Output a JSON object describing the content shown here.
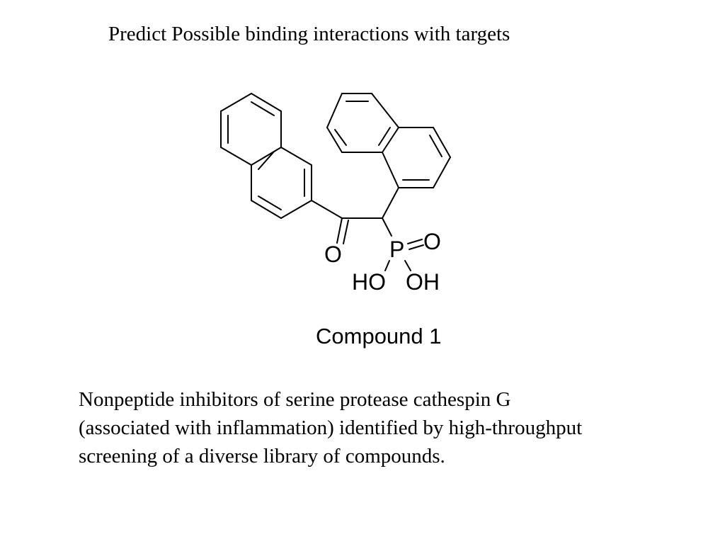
{
  "slide": {
    "title": "Predict Possible binding interactions with targets",
    "compound_label": "Compound 1",
    "description_lines": [
      "Nonpeptide inhibitors of serine protease cathespin G",
      "(associated with inflammation) identified by high-throughput",
      "screening of a diverse library of compounds."
    ]
  },
  "structure": {
    "atoms": {
      "carbonyl_oxygen": "O",
      "phosphorus": "P",
      "phosphoryl_oxygen": "O",
      "hydroxyl_left": "HO",
      "hydroxyl_right": "OH"
    }
  }
}
